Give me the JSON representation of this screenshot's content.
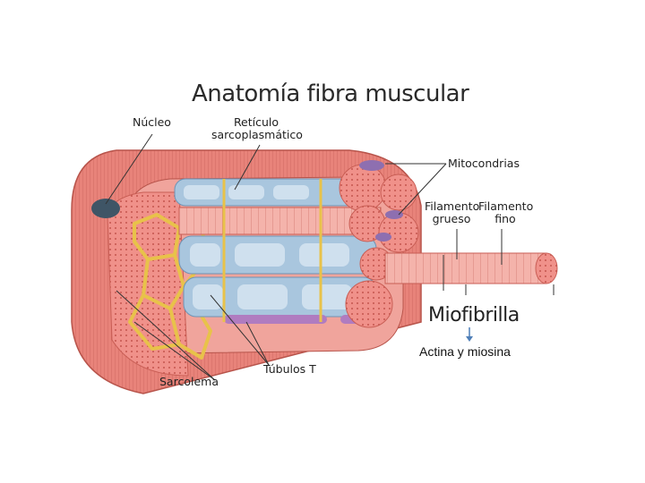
{
  "diagram": {
    "title": "Anatomía fibra muscular",
    "labels": {
      "nucleo": "Núcleo",
      "reticulo_line1": "Retículo",
      "reticulo_line2": "sarcoplasmático",
      "mitocondrias": "Mitocondrias",
      "filamento_grueso_line1": "Filamento",
      "filamento_grueso_line2": "grueso",
      "filamento_fino_line1": "Filamento",
      "filamento_fino_line2": "fino",
      "miofibrilla": "Miofibrilla",
      "actina_miosina": "Actina y miosina",
      "sarcolema": "Sarcolema",
      "tubulos_t": "Túbulos T"
    },
    "colors": {
      "sarcolemma": "#e8837a",
      "sarcolemma_dark": "#c95e55",
      "reticulum": "#a9c6de",
      "reticulum_dark": "#6f93b4",
      "tubules": "#b07cc0",
      "connective": "#e8c24a",
      "myofibril": "#f2a39b",
      "arrow": "#4f7fb8"
    }
  }
}
